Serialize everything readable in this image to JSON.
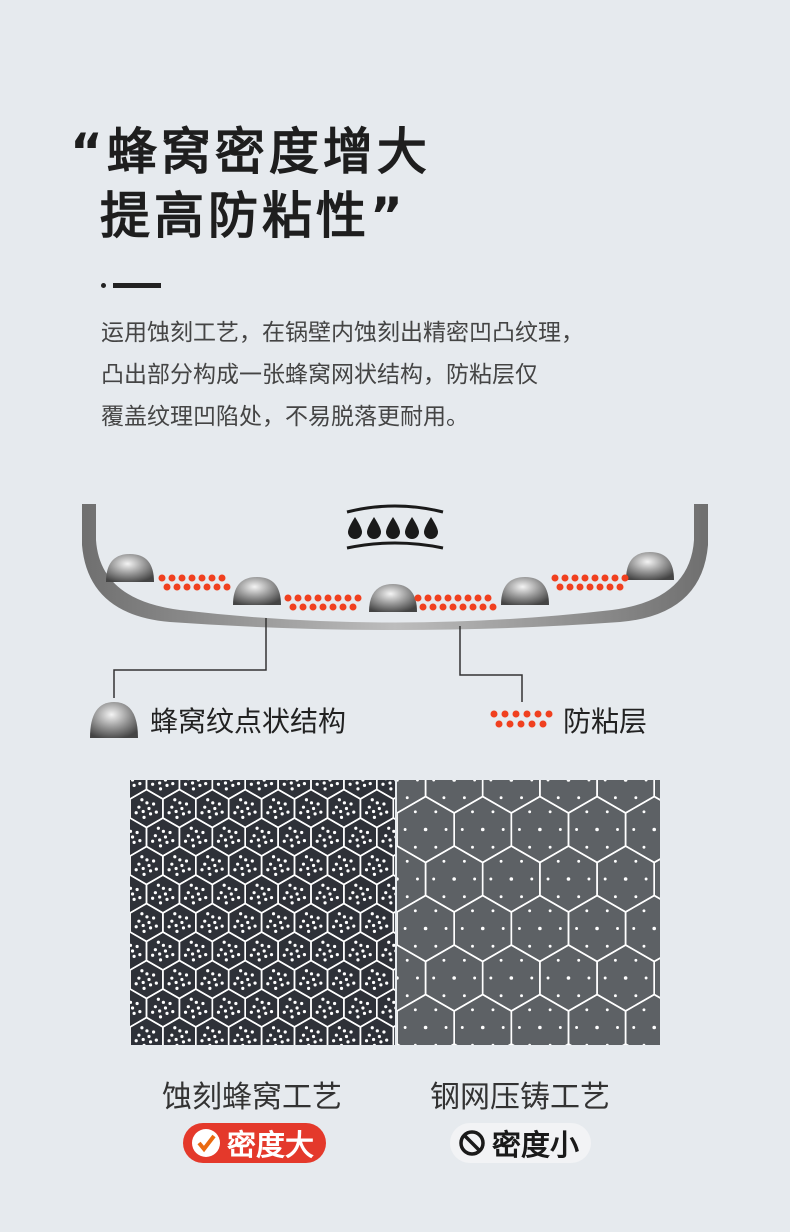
{
  "headline": {
    "line1": "“蜂窝密度增大",
    "line2": "提高防粘性”"
  },
  "description": [
    "运用蚀刻工艺，在锅壁内蚀刻出精密凹凸纹理，",
    "凸出部分构成一张蜂窝网状结构，防粘层仅",
    "覆盖纹理凹陷处，不易脱落更耐用。"
  ],
  "diagram": {
    "label_structure": "蜂窝纹点状结构",
    "label_coating": "防粘层"
  },
  "comparison": {
    "left": {
      "caption": "蚀刻蜂窝工艺",
      "badge": "密度大",
      "badge_icon": "check-circle-icon"
    },
    "right": {
      "caption": "钢网压铸工艺",
      "badge": "密度小",
      "badge_icon": "prohibited-icon"
    }
  },
  "colors": {
    "accent": "#e4392b",
    "background": "#e6eaee",
    "dark_panel": "#2e3138",
    "gray_panel": "#5d6165"
  }
}
